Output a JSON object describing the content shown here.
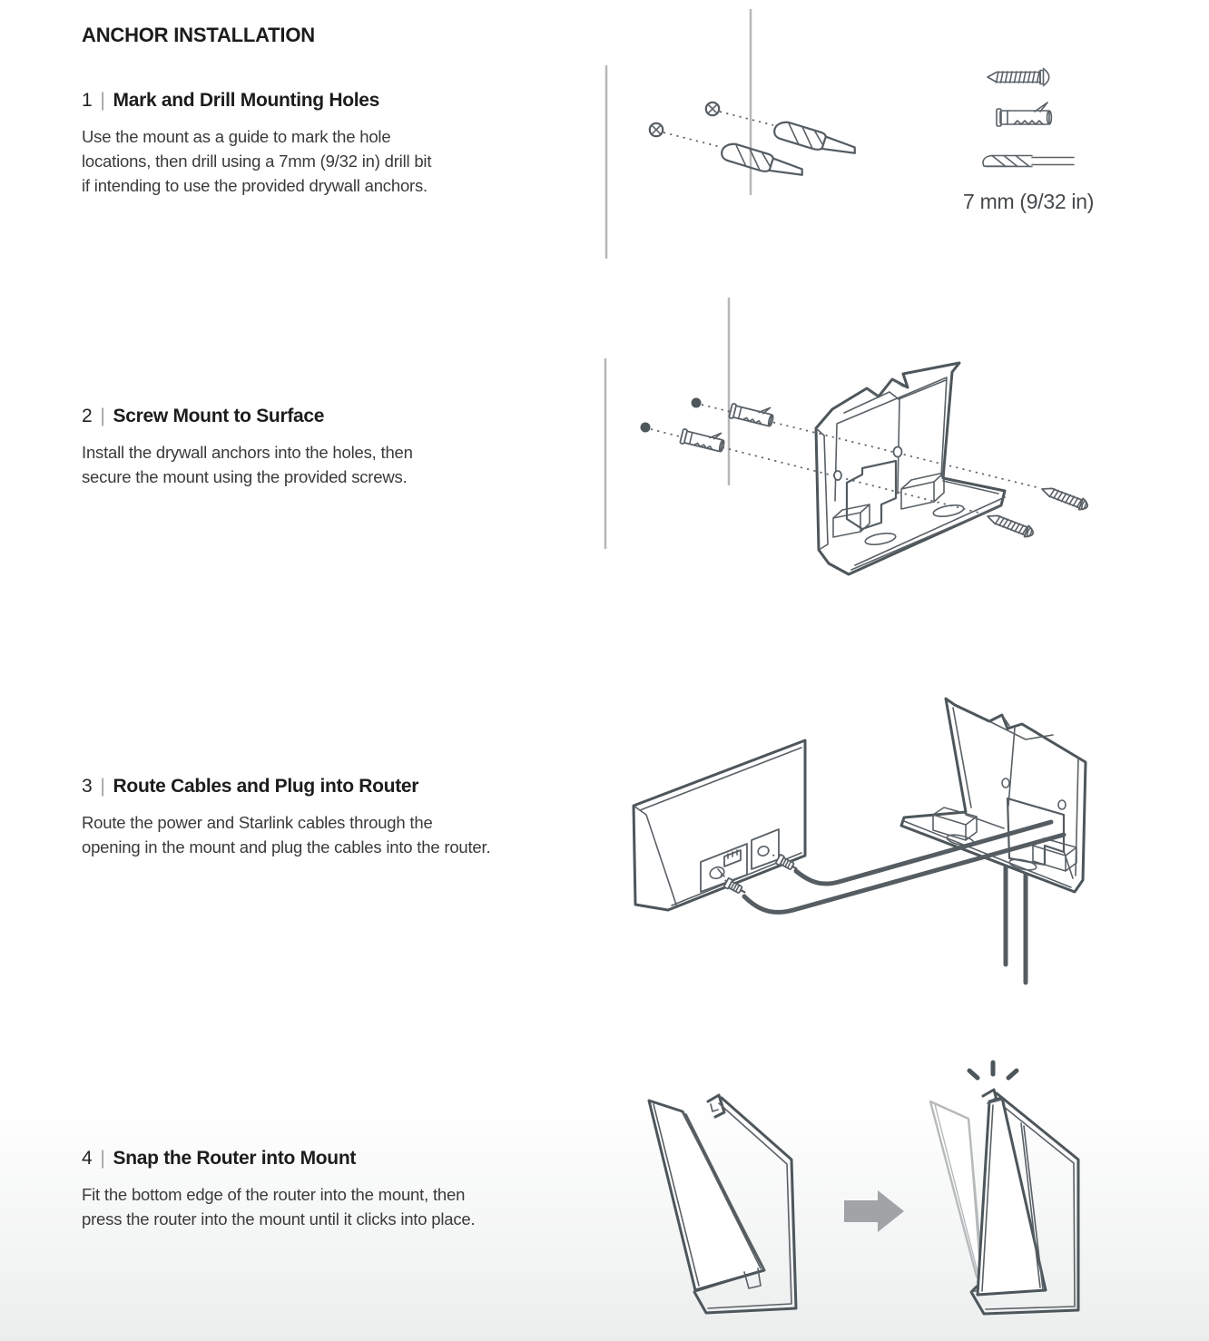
{
  "title": "ANCHOR INSTALLATION",
  "steps": [
    {
      "number": "1",
      "divider": "|",
      "title": "Mark and Drill Mounting Holes",
      "body": "Use the mount as a guide to mark the hole\nlocations, then drill using a 7mm (9/32 in) drill bit\nif intending to use the provided drywall anchors."
    },
    {
      "number": "2",
      "divider": "|",
      "title": "Screw Mount to Surface",
      "body": "Install the drywall anchors into the holes, then\nsecure the mount using the provided screws."
    },
    {
      "number": "3",
      "divider": "|",
      "title": "Route Cables and Plug into Router",
      "body": "Route the power and Starlink cables through the\nopening in the mount and plug the cables into the router."
    },
    {
      "number": "4",
      "divider": "|",
      "title": "Snap the Router into Mount",
      "body": "Fit the bottom edge of the router into the mount, then\npress the router into the mount until it clicks into place."
    }
  ],
  "figures": {
    "step1": {
      "drill_size_label": "7 mm  (9/32 in)"
    }
  },
  "colors": {
    "heading_text": "#1c1c1c",
    "body_text": "#3a3a3a",
    "divider": "#9e9e9e",
    "line_art": "#4d565b",
    "line_art_detail": "#5a6166",
    "wall_line": "#b5b7b9",
    "ghost_outline": "#b6b9bb",
    "arrow_fill": "#a0a4a6",
    "page_bottom_tint": "#eceeee"
  }
}
